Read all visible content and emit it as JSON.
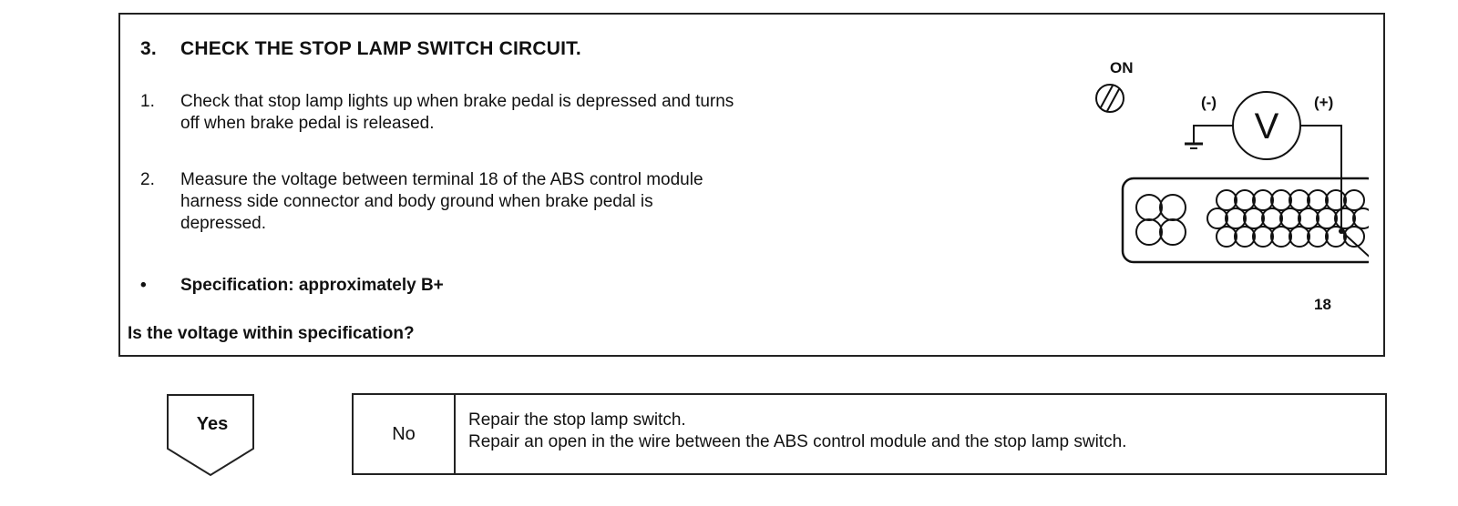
{
  "step": {
    "number": "3.",
    "title": "CHECK THE STOP LAMP SWITCH CIRCUIT.",
    "items": [
      {
        "number": "1.",
        "lines": [
          "Check that stop lamp lights up when brake pedal is depressed and turns",
          "off when brake pedal is released."
        ]
      },
      {
        "number": "2.",
        "lines": [
          "Measure the voltage between terminal 18 of the ABS control module",
          "harness side connector and body ground when brake pedal is",
          "depressed."
        ]
      }
    ],
    "specification": {
      "bullet": "•",
      "text": "Specification: approximately B+"
    },
    "question": "Is the voltage within specification?"
  },
  "diagram": {
    "ignition_label": "ON",
    "meter_symbol": "V",
    "negative_label": "(-)",
    "positive_label": "(+)",
    "terminal_label": "18",
    "icons": [
      "ignition-switch-icon",
      "voltmeter-icon",
      "ground-symbol-icon",
      "connector-icon"
    ]
  },
  "result": {
    "yes_label": "Yes",
    "no_label": "No",
    "no_actions": [
      "Repair the stop lamp switch.",
      "Repair an open in the wire between the ABS control module and the stop lamp switch."
    ]
  }
}
